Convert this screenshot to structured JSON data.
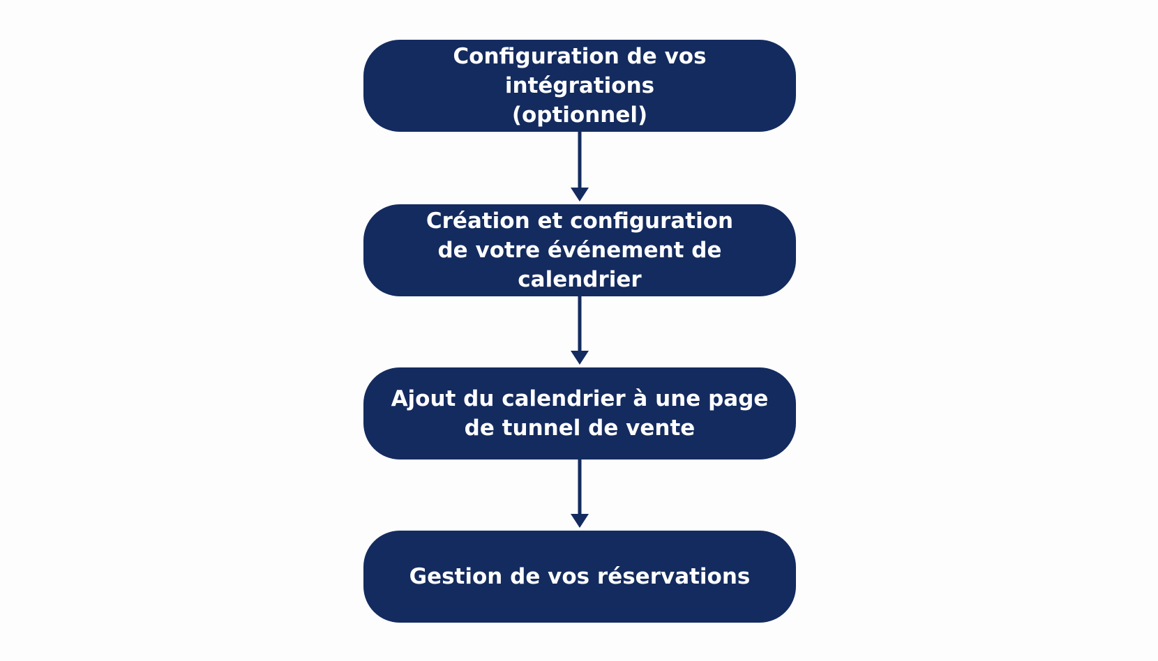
{
  "colors": {
    "background": "#fdfdfe",
    "box_fill": "#142b5f",
    "box_text": "#ffffff",
    "connector": "#142b5f"
  },
  "steps": [
    {
      "label": "Configuration de vos intégrations\n(optionnel)"
    },
    {
      "label": "Création et configuration\nde votre événement de calendrier"
    },
    {
      "label": "Ajout du calendrier à une page\nde tunnel de vente"
    },
    {
      "label": "Gestion de vos réservations"
    }
  ],
  "connectors": [
    {
      "from": 0,
      "to": 1
    },
    {
      "from": 1,
      "to": 2
    },
    {
      "from": 2,
      "to": 3
    }
  ]
}
